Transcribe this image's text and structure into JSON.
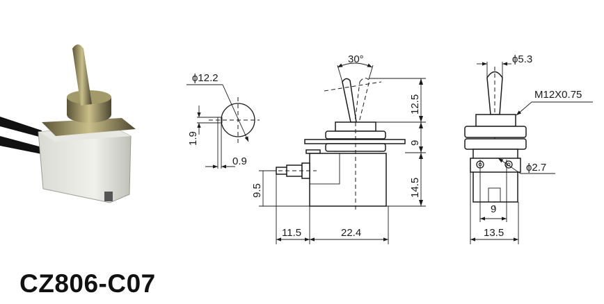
{
  "title": "CZ806-C07",
  "dimensions": {
    "angle": "30°",
    "diameter_body": "ϕ12.2",
    "offset_1_9": "1.9",
    "offset_0_9": "0.9",
    "lever_height": "12.5",
    "bushing_height": "9",
    "body_height": "14.5",
    "terminal_height": "9.5",
    "terminal_length": "11.5",
    "body_length": "22.4",
    "lever_diameter": "ϕ5.3",
    "thread": "M12X0.75",
    "hole_diameter": "ϕ2.7",
    "terminal_spacing": "9",
    "body_width": "13.5"
  }
}
